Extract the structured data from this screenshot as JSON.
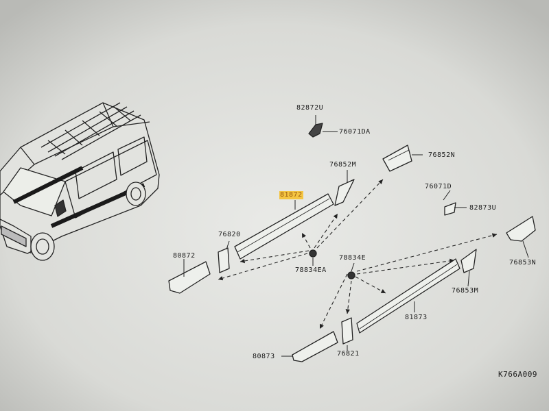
{
  "diagram": {
    "drawing_ref": "K766A009",
    "highlighted_part": "81872",
    "parts": [
      {
        "id": "p-82872U",
        "code": "82872U"
      },
      {
        "id": "p-76071DA",
        "code": "76071DA"
      },
      {
        "id": "p-76852N",
        "code": "76852N"
      },
      {
        "id": "p-76852M",
        "code": "76852M"
      },
      {
        "id": "p-81872",
        "code": "81872"
      },
      {
        "id": "p-76071D",
        "code": "76071D"
      },
      {
        "id": "p-82873U",
        "code": "82873U"
      },
      {
        "id": "p-76820",
        "code": "76820"
      },
      {
        "id": "p-80872",
        "code": "80872"
      },
      {
        "id": "p-78834EA",
        "code": "78834EA"
      },
      {
        "id": "p-78834E",
        "code": "78834E"
      },
      {
        "id": "p-76853N",
        "code": "76853N"
      },
      {
        "id": "p-76853M",
        "code": "76853M"
      },
      {
        "id": "p-81873",
        "code": "81873"
      },
      {
        "id": "p-76821",
        "code": "76821"
      },
      {
        "id": "p-80873",
        "code": "80873"
      }
    ]
  }
}
